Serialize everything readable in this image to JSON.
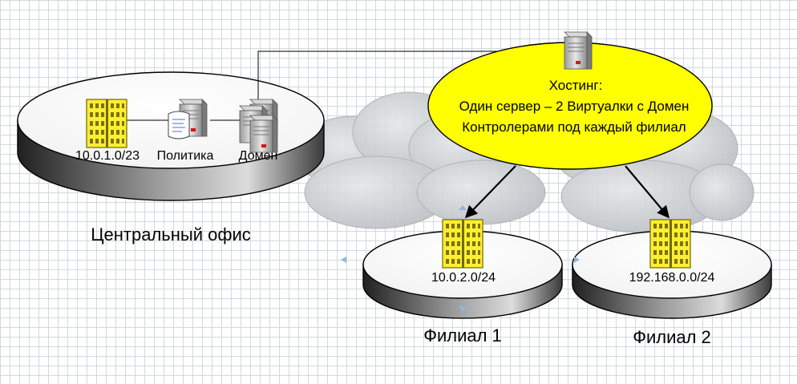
{
  "central_office": {
    "title": "Центральный офис",
    "subnet": "10.0.1.0/23",
    "policy_label": "Политика",
    "domain_label": "Домен"
  },
  "hosting": {
    "line1": "Хостинг:",
    "line2": "Один сервер – 2 Виртуалки с Домен",
    "line3": "Контролерами под каждый филиал"
  },
  "branch1": {
    "title": "Филиал 1",
    "subnet": "10.0.2.0/24"
  },
  "branch2": {
    "title": "Филиал 2",
    "subnet": "192.168.0.0/24"
  },
  "colors": {
    "hosting_fill": "#ffff00",
    "building_fill": "#ffee33",
    "cloud": "#c8ccd0"
  }
}
